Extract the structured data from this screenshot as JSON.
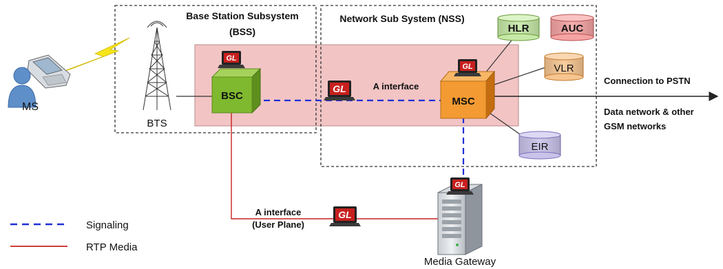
{
  "bss": {
    "title_line1": "Base Station Subsystem",
    "title_line2": "(BSS)"
  },
  "nss": {
    "title": "Network Sub System (NSS)"
  },
  "nodes": {
    "ms": "MS",
    "bts": "BTS",
    "bsc": "BSC",
    "msc": "MSC",
    "hlr": "HLR",
    "auc": "AUC",
    "vlr": "VLR",
    "eir": "EIR",
    "media_gateway": "Media Gateway"
  },
  "links": {
    "a_interface": "A interface",
    "a_interface_user_line1": "A interface",
    "a_interface_user_line2": "(User Plane)",
    "pstn": "Connection to PSTN",
    "data_line1": "Data network & other",
    "data_line2": "GSM networks"
  },
  "probe_label": "GL",
  "legend": {
    "signaling": "Signaling",
    "rtp": "RTP Media"
  },
  "colors": {
    "signaling": "#1f2fd6",
    "rtp": "#c8201e",
    "bsc": "#7fb92f",
    "msc": "#f39a32",
    "hlr": "#c7e9a7",
    "auc": "#f5a3a3",
    "vlr": "#f7c590",
    "eir": "#c9c3ea",
    "region": "#f2c4c4"
  }
}
